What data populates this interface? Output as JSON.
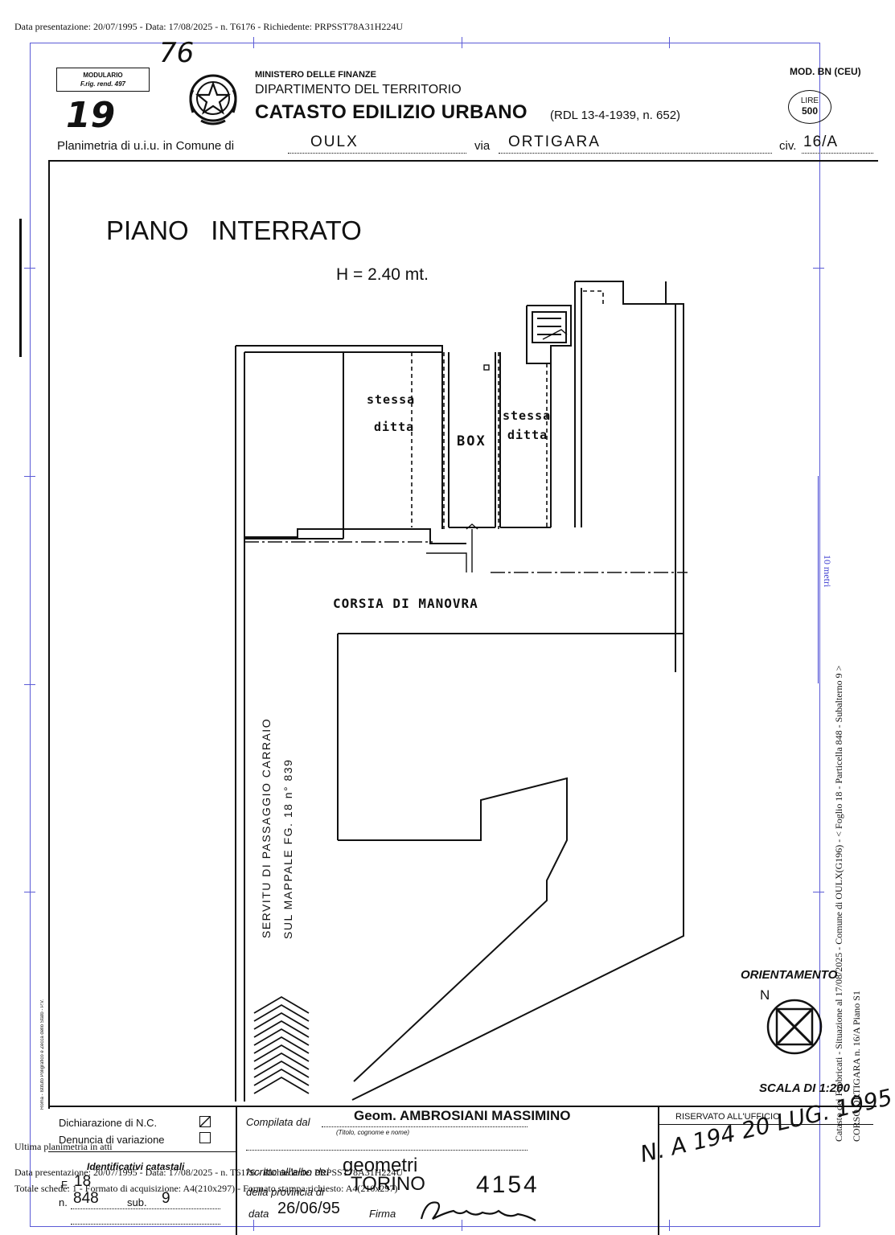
{
  "meta_header": "Data presentazione: 20/07/1995 - Data: 17/08/2025 - n. T6176 - Richiedente: PRPSST78A31H224U",
  "header": {
    "modulario_line1": "MODULARIO",
    "modulario_line2": "F.rig. rend. 497",
    "handwritten_top": "76",
    "handwritten_left": "19",
    "ministry": "MINISTERO DELLE FINANZE",
    "department": "DIPARTIMENTO DEL TERRITORIO",
    "catasto_title": "CATASTO EDILIZIO URBANO",
    "catasto_ref": "(RDL 13-4-1939, n. 652)",
    "mod_code": "MOD. BN (CEU)",
    "stamp_line1": "LIRE",
    "stamp_line2": "500",
    "planimetria_prefix": "Planimetria di u.i.u. in Comune di",
    "comune": "OULX",
    "via_label": "via",
    "via_value": "ORTIGARA",
    "civ_label": "civ.",
    "civ_value": "16/A"
  },
  "plan": {
    "floor_title": "PIANO   INTERRATO",
    "height_label": "H = 2.40 mt.",
    "room_stessa_ditta_1_a": "stessa",
    "room_stessa_ditta_1_b": "ditta",
    "room_box": "BOX",
    "room_stessa_ditta_2_a": "stessa",
    "room_stessa_ditta_2_b": "ditta",
    "corsia": "CORSIA DI MANOVRA",
    "servitu_line1": "SERVITU DI PASSAGGIO CARRAIO",
    "servitu_line2": "SUL MAPPALE  FG. 18  n° 839",
    "orientamento": "ORIENTAMENTO",
    "north": "N",
    "scala": "SCALA DI 1:200",
    "side_note": "Roma - Istituto Poligrafico e Zecca dello Stato - P.V."
  },
  "scale_bar_label": "10 metri",
  "right_vertical_text_1": "Catasto dei Fabbricati - Situazione al 17/08/2025 - Comune di OULX(G196) - < Foglio 18 - Particella 848 - Subalterno 9 >",
  "right_vertical_text_2": "CORSO ORTIGARA n. 16/A Piano S1",
  "footer": {
    "dichiarazione": "Dichiarazione di N.C.",
    "denuncia": "Denuncia di variazione",
    "identificativi": "Identificativi catastali",
    "foglio_label": "F.",
    "foglio": "18",
    "numero_label": "n.",
    "numero": "848",
    "sub_label": "sub.",
    "sub": "9",
    "compilata_dal": "Compilata dal",
    "compilatore": "Geom. AMBROSIANI MASSIMINO",
    "titolo_hint": "(Titolo, cognome e nome)",
    "iscritto": "Iscritto all'albo dei",
    "albo": "geometri",
    "provincia_label": "della provincia di",
    "provincia": "TORINO",
    "albo_num": "4154",
    "data_label": "data",
    "data": "26/06/95",
    "firma_label": "Firma",
    "riservato": "RISERVATO ALL'UFFICIO",
    "stamp_handwritten": "N. A 194   20 LUG. 1995"
  },
  "overlay_bottom": {
    "ultima": "Ultima planimetria in atti",
    "line1": "Data presentazione: 20/07/1995 - Data: 17/08/2025 - n. T6176 - Richiedente: PRPSST78A31H224U",
    "line2": "Totale schede: 1 - Formato di acquisizione: A4(210x297) - Formato stampa richiesto: A4(210x297)"
  }
}
